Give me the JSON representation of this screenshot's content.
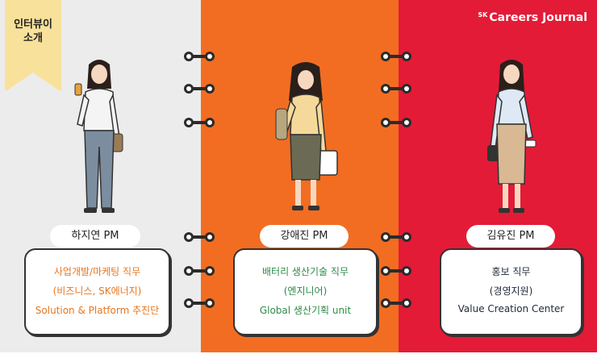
{
  "ribbon": {
    "line1": "인터뷰이",
    "line2": "소개"
  },
  "brand": {
    "prefix": "SK",
    "name": "Careers Journal"
  },
  "colors": {
    "panel1": "#ececec",
    "panel2": "#f26d21",
    "panel3": "#e31b37",
    "ribbon": "#f8e19a"
  },
  "people": [
    {
      "name": "하지연 PM",
      "role": "사업개발/마케팅 직무",
      "division": "(비즈니스, SK에너지)",
      "team": "Solution & Platform 추진단"
    },
    {
      "name": "강애진 PM",
      "role": "배터리 생산기술 직무",
      "division": "(엔지니어)",
      "team": "Global 생산기획 unit"
    },
    {
      "name": "김유진 PM",
      "role": "홍보 직무",
      "division": "(경영지원)",
      "team": "Value Creation Center"
    }
  ]
}
